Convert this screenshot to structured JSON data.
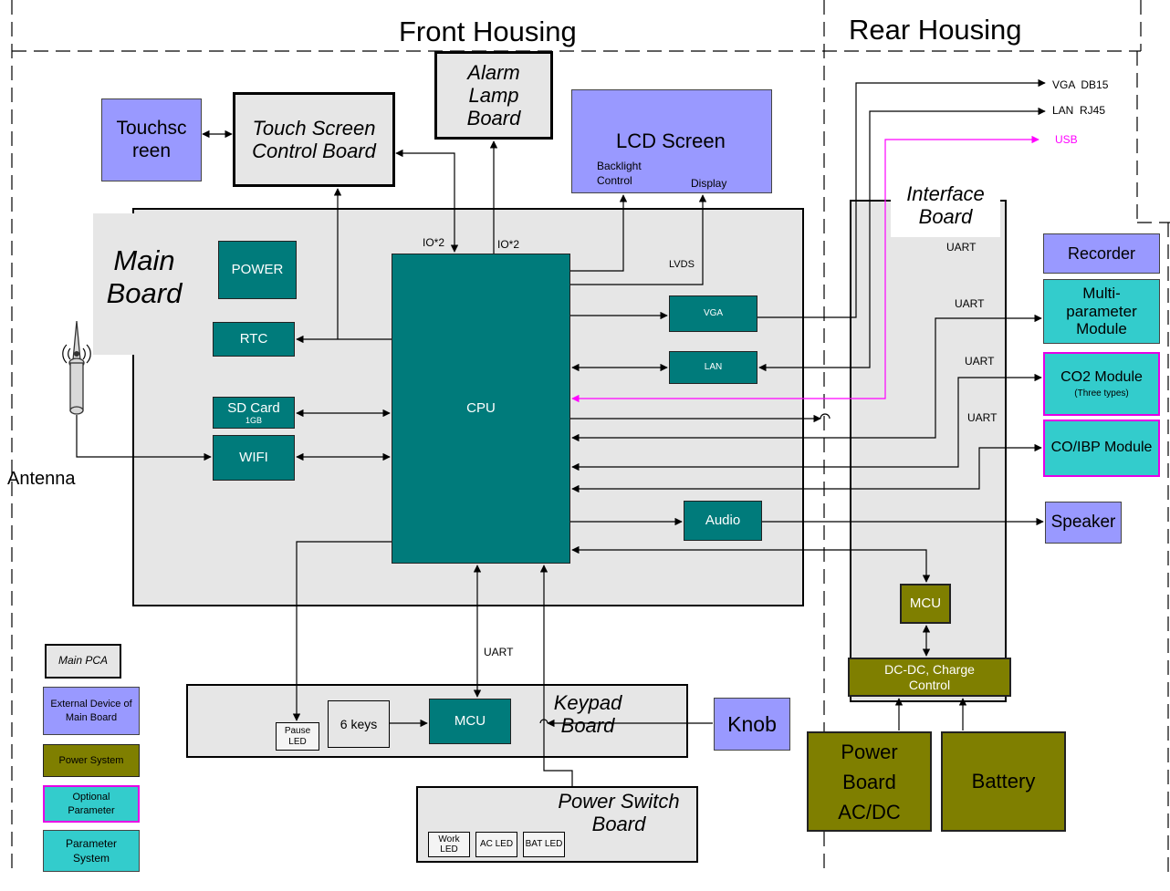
{
  "housings": {
    "front": "Front Housing",
    "rear": "Rear Housing"
  },
  "main_board": {
    "label": "Main Board",
    "power": "POWER",
    "rtc": "RTC",
    "sd_card": "SD Card",
    "sd_size": "1GB",
    "wifi": "WIFI",
    "cpu": "CPU",
    "vga": "VGA",
    "lan": "LAN",
    "audio": "Audio",
    "io_a": "IO*2",
    "io_b": "IO*2",
    "lvds": "LVDS"
  },
  "peripherals": {
    "touchscreen": "Touchsc reen",
    "touch_control": "Touch Screen Control Board",
    "alarm_lamp": "Alarm Lamp Board",
    "lcd": "LCD Screen",
    "backlight": "Backlight Control",
    "display": "Display",
    "antenna": "Antenna"
  },
  "interface_board": {
    "label": "Interface Board",
    "mcu": "MCU",
    "dcdc": "DC-DC, Charge Control",
    "uart_1": "UART",
    "uart_2": "UART",
    "uart_3": "UART",
    "uart_4": "UART"
  },
  "ports": {
    "vga": "VGA  DB15",
    "lan": "LAN  RJ45",
    "usb": "USB"
  },
  "modules": {
    "recorder": "Recorder",
    "multi": "Multi-parameter Module",
    "co2": "CO2 Module",
    "co2_sub": "(Three types)",
    "coibp": "CO/IBP Module",
    "speaker": "Speaker"
  },
  "keypad": {
    "label": "Keypad Board",
    "mcu": "MCU",
    "keys": "6 keys",
    "pause_led": "Pause LED",
    "uart": "UART",
    "knob": "Knob"
  },
  "power_switch": {
    "label": "Power Switch Board",
    "work_led": "Work LED",
    "ac_led": "AC LED",
    "bat_led": "BAT LED"
  },
  "power": {
    "board": "Power Board AC/DC",
    "battery": "Battery"
  },
  "legend": {
    "main_pca": "Main PCA",
    "external": "External Device of Main Board",
    "power_system": "Power System",
    "optional": "Optional Parameter",
    "parameter": "Parameter System"
  },
  "colors": {
    "external": "#9999ff",
    "teal": "#007b7b",
    "olive": "#7f7f00",
    "param": "#33cccc",
    "optional_border": "#e600e6",
    "housing_line": "#2e75b6",
    "usb": "#ff00ff"
  }
}
